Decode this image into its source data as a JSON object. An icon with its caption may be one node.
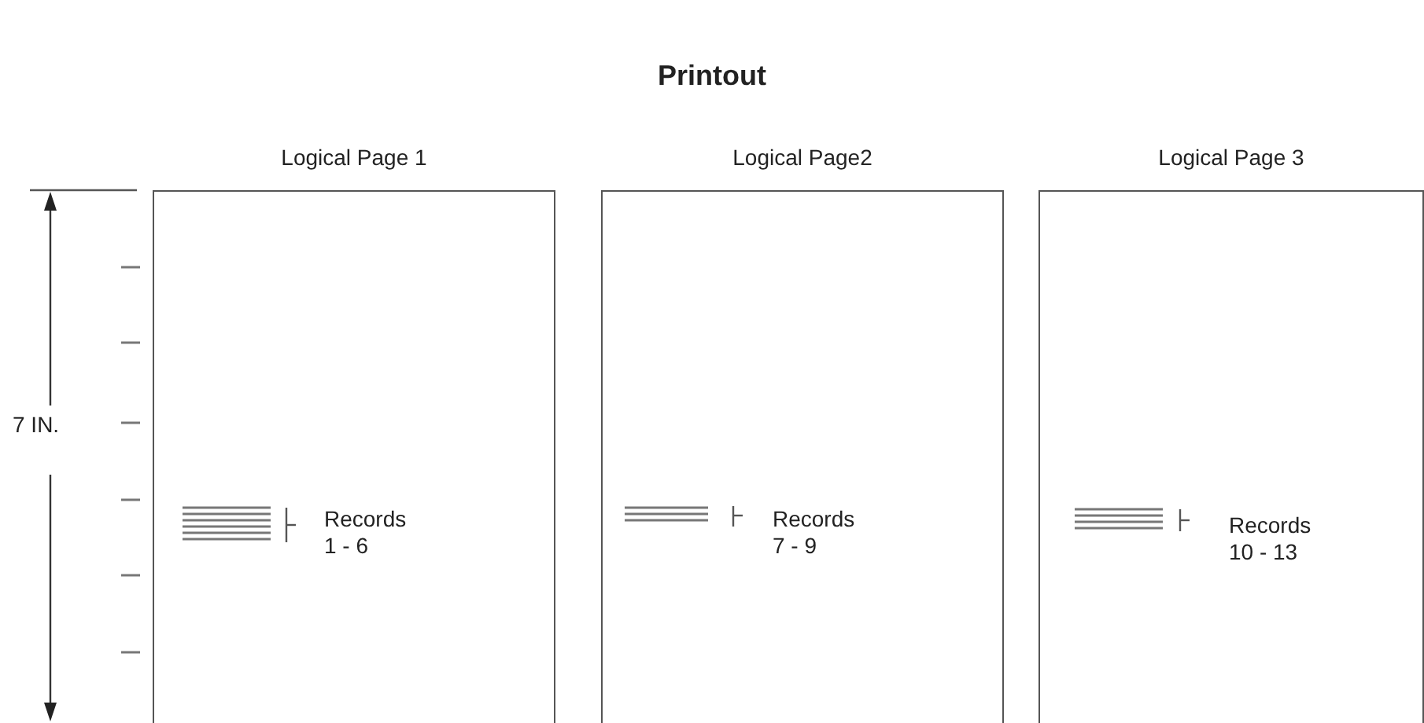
{
  "diagram": {
    "title": "Printout",
    "nodes": [
      {
        "text": [
          "Logical Page 1",
          "Records 1 - 6"
        ]
      },
      {
        "text": [
          "Logical Page2",
          "Records 7 - 9"
        ]
      },
      {
        "text": [
          "Logical Page 3",
          "Records 10 - 13"
        ]
      }
    ],
    "labels": [
      "7 IN."
    ]
  }
}
